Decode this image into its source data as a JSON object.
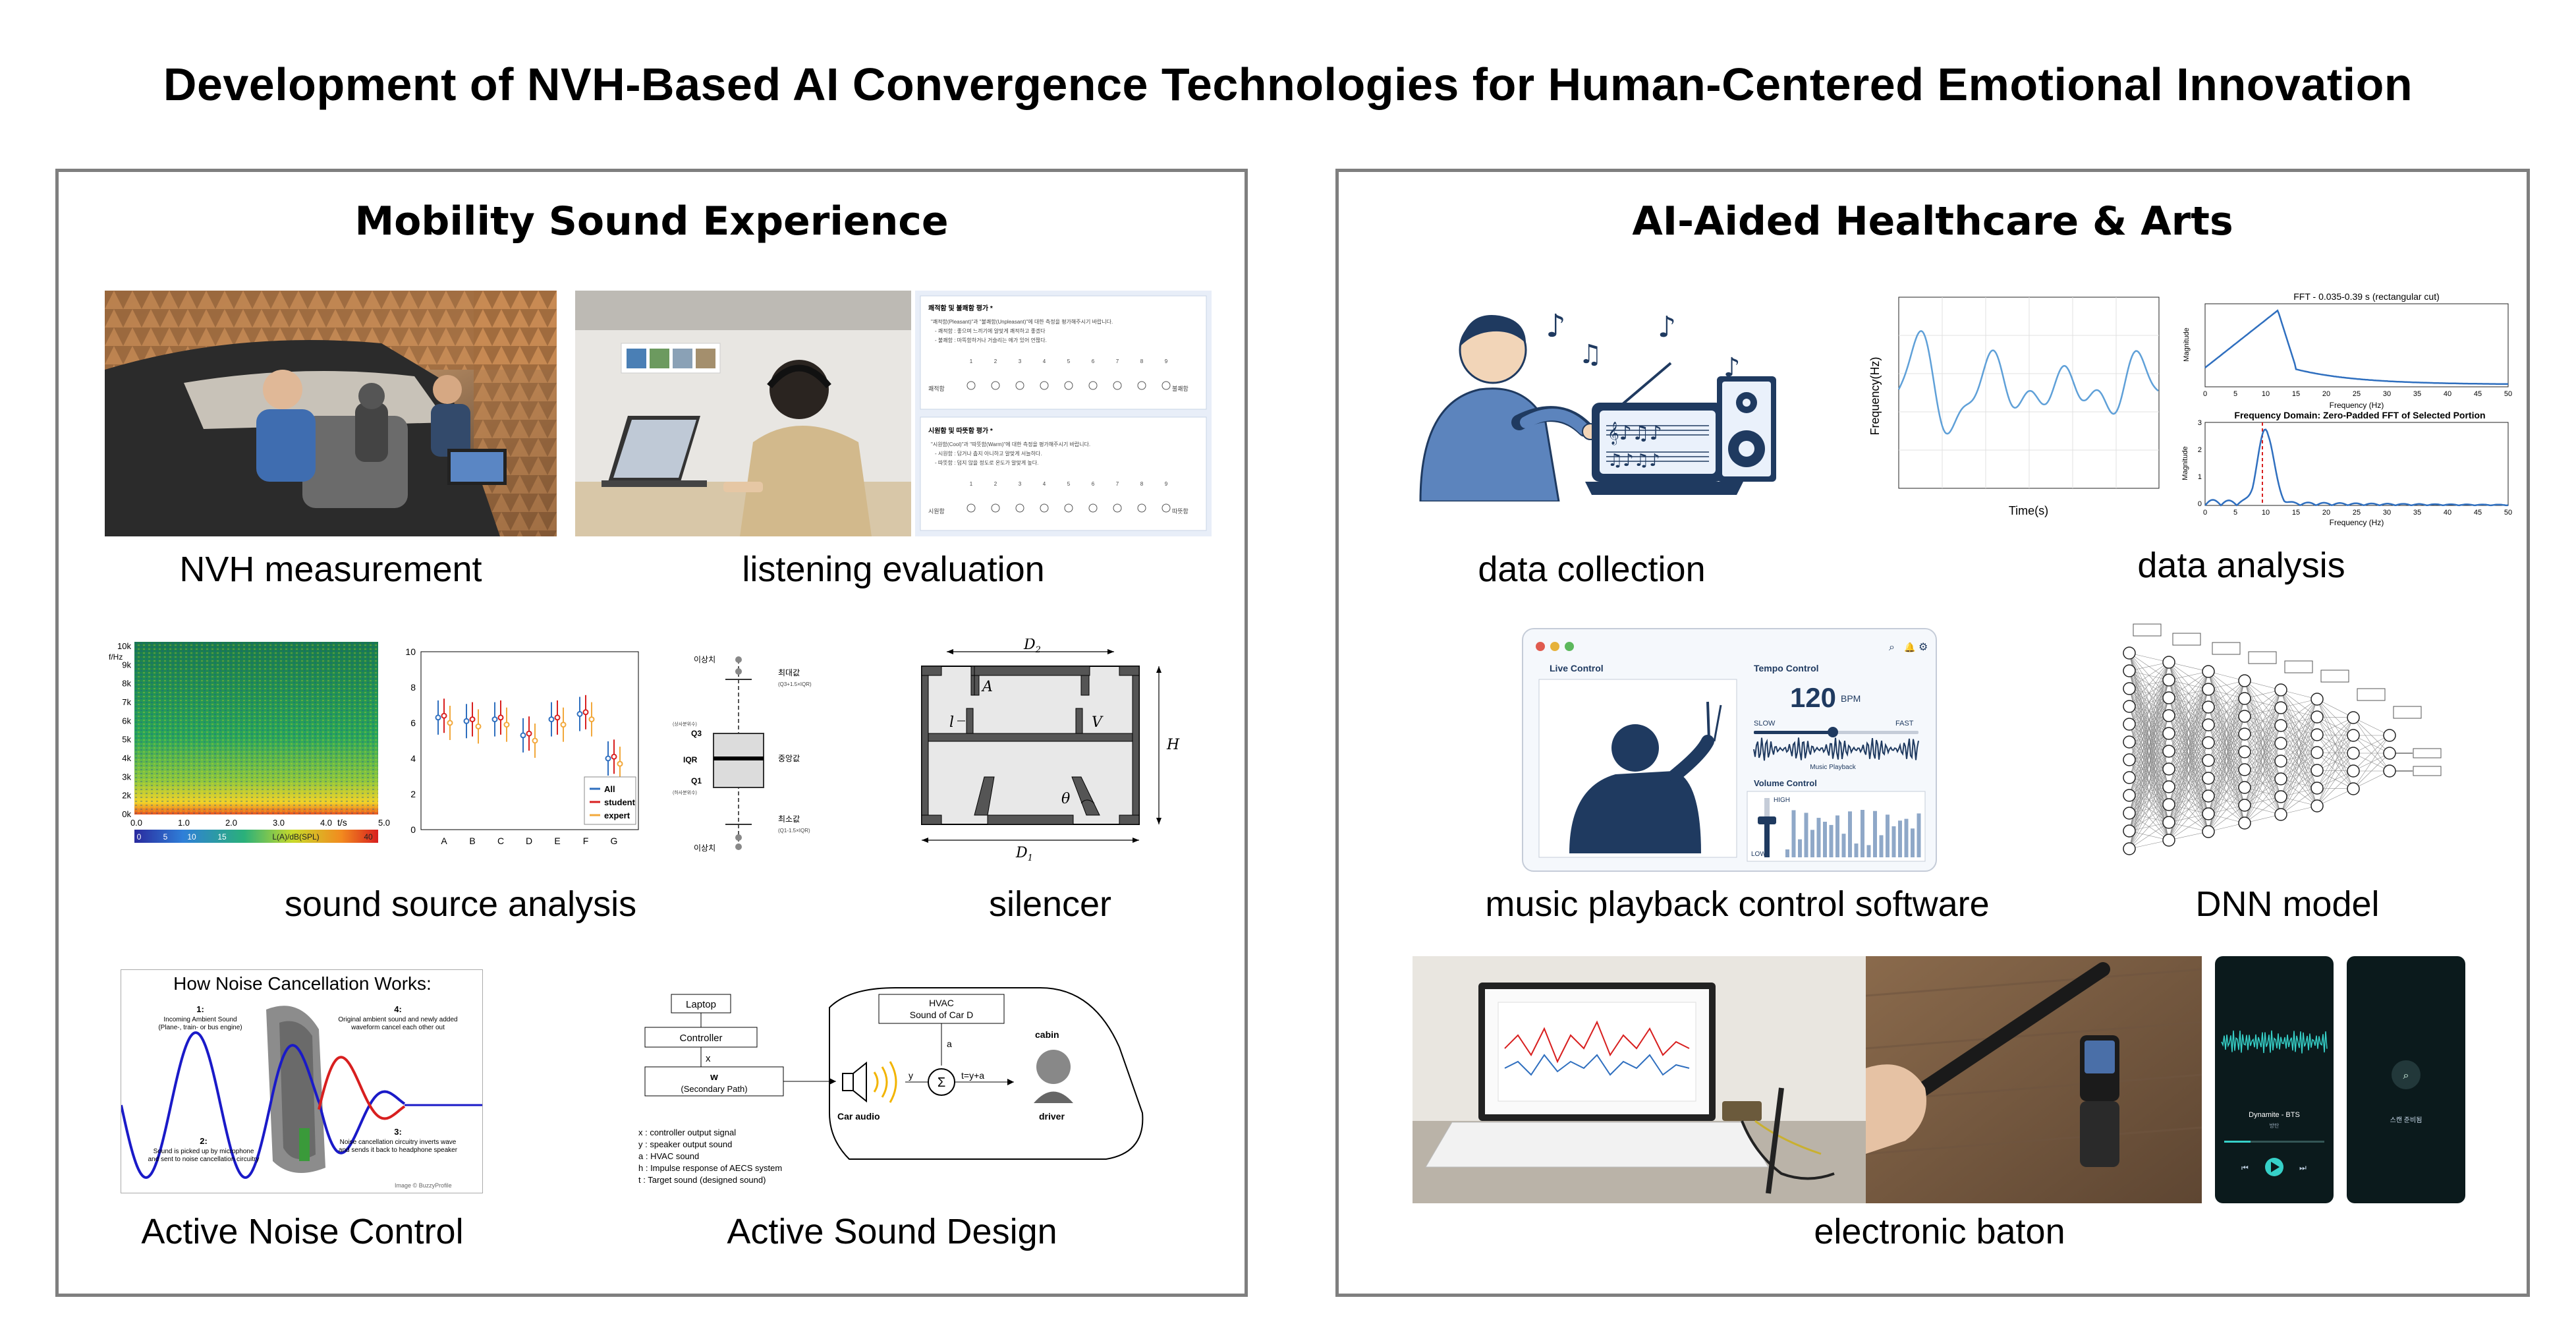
{
  "title": "Development of NVH-Based AI Convergence Technologies for Human-Centered Emotional Innovation",
  "left_panel": {
    "title": "Mobility Sound Experience",
    "captions": {
      "nvh": "NVH measurement",
      "listening": "listening evaluation",
      "sound_source": "sound source analysis",
      "silencer": "silencer",
      "anc": "Active Noise Control",
      "asd": "Active Sound Design"
    },
    "spectrogram": {
      "y_ticks": [
        "10k",
        "9k",
        "8k",
        "7k",
        "6k",
        "5k",
        "4k",
        "3k",
        "2k",
        "0k"
      ],
      "y_unit": "f/Hz",
      "x_ticks": [
        "0.0",
        "1.0",
        "2.0",
        "3.0",
        "4.0",
        "5.0"
      ],
      "x_unit": "t/s",
      "colorbar_ticks": [
        "0",
        "5",
        "10",
        "15",
        "L(A)/dB(SPL)",
        "40"
      ]
    },
    "boxplot_chart": {
      "y_ticks": [
        "10",
        "8",
        "6",
        "4",
        "2",
        "0"
      ],
      "categories": [
        "A",
        "B",
        "C",
        "D",
        "E",
        "F",
        "G"
      ],
      "legend": [
        "All",
        "student",
        "expert"
      ]
    },
    "box_diagram": {
      "outlier": "이상치",
      "max": "최대값",
      "max_note": "(Q3+1.5×IQR)",
      "q3": "Q3",
      "q3_note": "(상사분위수)",
      "iqr": "IQR",
      "median": "중앙값",
      "q1": "Q1",
      "q1_note": "(하사분위수)",
      "min": "최소값",
      "min_note": "(Q1-1.5×IQR)"
    },
    "silencer_labels": {
      "d2": "D",
      "d2_sub": "2",
      "a": "A",
      "l": "l",
      "v": "V",
      "h": "H",
      "theta": "θ",
      "d1": "D",
      "d1_sub": "1"
    },
    "anc": {
      "heading": "How Noise Cancellation Works:",
      "s1": "1:",
      "s1_text": "Incoming Ambient Sound",
      "s1_text2": "(Plane-, train- or bus engine)",
      "s2": "2:",
      "s2_text": "Sound is picked up by microphone",
      "s2_text2": "and sent to noise cancellation circuitry",
      "s3": "3:",
      "s3_text": "Noise cancellation circuitry inverts wave",
      "s3_text2": "and sends it back to headphone speaker",
      "s4": "4:",
      "s4_text": "Original ambient sound and newly added",
      "s4_text2": "waveform cancel each other out",
      "credit": "Image © BuzzyProfile"
    },
    "asd": {
      "laptop": "Laptop",
      "controller": "Controller",
      "x": "x",
      "w": "w",
      "secondary": "(Secondary Path)",
      "hvac": "HVAC",
      "hvac2": "Sound of Car D",
      "a": "a",
      "sum": "Σ",
      "t_eq": "t=y+a",
      "y": "y",
      "cabin": "cabin",
      "car_audio": "Car audio",
      "driver": "driver",
      "legend": [
        "x : controller output signal",
        "y : speaker output sound",
        "a : HVAC sound",
        "h : Impulse response of AECS system",
        "t : Target sound (designed sound)"
      ]
    },
    "survey": {
      "q1_title": "쾌적함 및 불쾌함 평가 *",
      "q1_l1": "\"쾌적함(Pleasant)\"과 \"불쾌함(Unpleasant)\"에 대한 측정을 평가해주시기 바랍니다.",
      "q1_l2": "- 쾌적함 : 좋으며 느끼기에 알맞게 쾌적하고 좋겠다",
      "q1_l3": "- 불쾌함 : 마뜩함하거나 거슬리는 에가 있어 언짢다.",
      "q1_left": "쾌적함",
      "q1_right": "불쾌함",
      "q2_title": "시원함 및 따뜻함 평가 *",
      "q2_l1": "\"시원함(Cool)\"과 \"따뜻함(Warm)\"에 대한 측정을 평가해주시기 바랍니다.",
      "q2_l2": "- 시원함 : 답거나 춥지 아니하고 알맞게 서늘하다.",
      "q2_l3": "- 따뜻함 : 덥지 않을 정도로 온도가 알맞게 높다.",
      "q2_left": "시원함",
      "q2_right": "따뜻함",
      "scale": [
        "1",
        "2",
        "3",
        "4",
        "5",
        "6",
        "7",
        "8",
        "9"
      ]
    }
  },
  "right_panel": {
    "title": "AI-Aided Healthcare & Arts",
    "captions": {
      "collection": "data collection",
      "analysis": "data analysis",
      "playback": "music playback control software",
      "dnn": "DNN model",
      "baton": "electronic baton"
    },
    "wave_chart": {
      "ylabel": "Frequency(Hz)",
      "xlabel": "Time(s)"
    },
    "fft_top": {
      "title": "FFT - 0.035-0.39 s (rectangular cut)",
      "ylabel": "Magnitude",
      "xlabel": "Frequency (Hz)",
      "x_ticks": [
        "0",
        "5",
        "10",
        "15",
        "20",
        "25",
        "30",
        "35",
        "40",
        "45",
        "50"
      ]
    },
    "fft_bottom": {
      "title": "Frequency Domain: Zero-Padded FFT of Selected Portion",
      "ylabel": "Magnitude",
      "xlabel": "Frequency (Hz)",
      "x_ticks": [
        "0",
        "5",
        "10",
        "15",
        "20",
        "25",
        "30",
        "35",
        "40",
        "45",
        "50"
      ],
      "y_ticks": [
        "3",
        "2",
        "1",
        "0"
      ]
    },
    "software": {
      "live": "Live Control",
      "tempo": "Tempo Control",
      "bpm_value": "120",
      "bpm_unit": "BPM",
      "slow": "SLOW",
      "fast": "FAST",
      "music_playback": "Music Playback",
      "volume": "Volume Control",
      "high": "HIGH",
      "low": "LOW"
    },
    "phone": {
      "song": "Dynamite - BTS",
      "artist": "방탄",
      "screen2": "스캔 준비됨"
    }
  },
  "colors": {
    "panel_border": "#7f7f7f",
    "chart_blue": "#2f6fbf",
    "software_accent": "#1f3a60"
  }
}
